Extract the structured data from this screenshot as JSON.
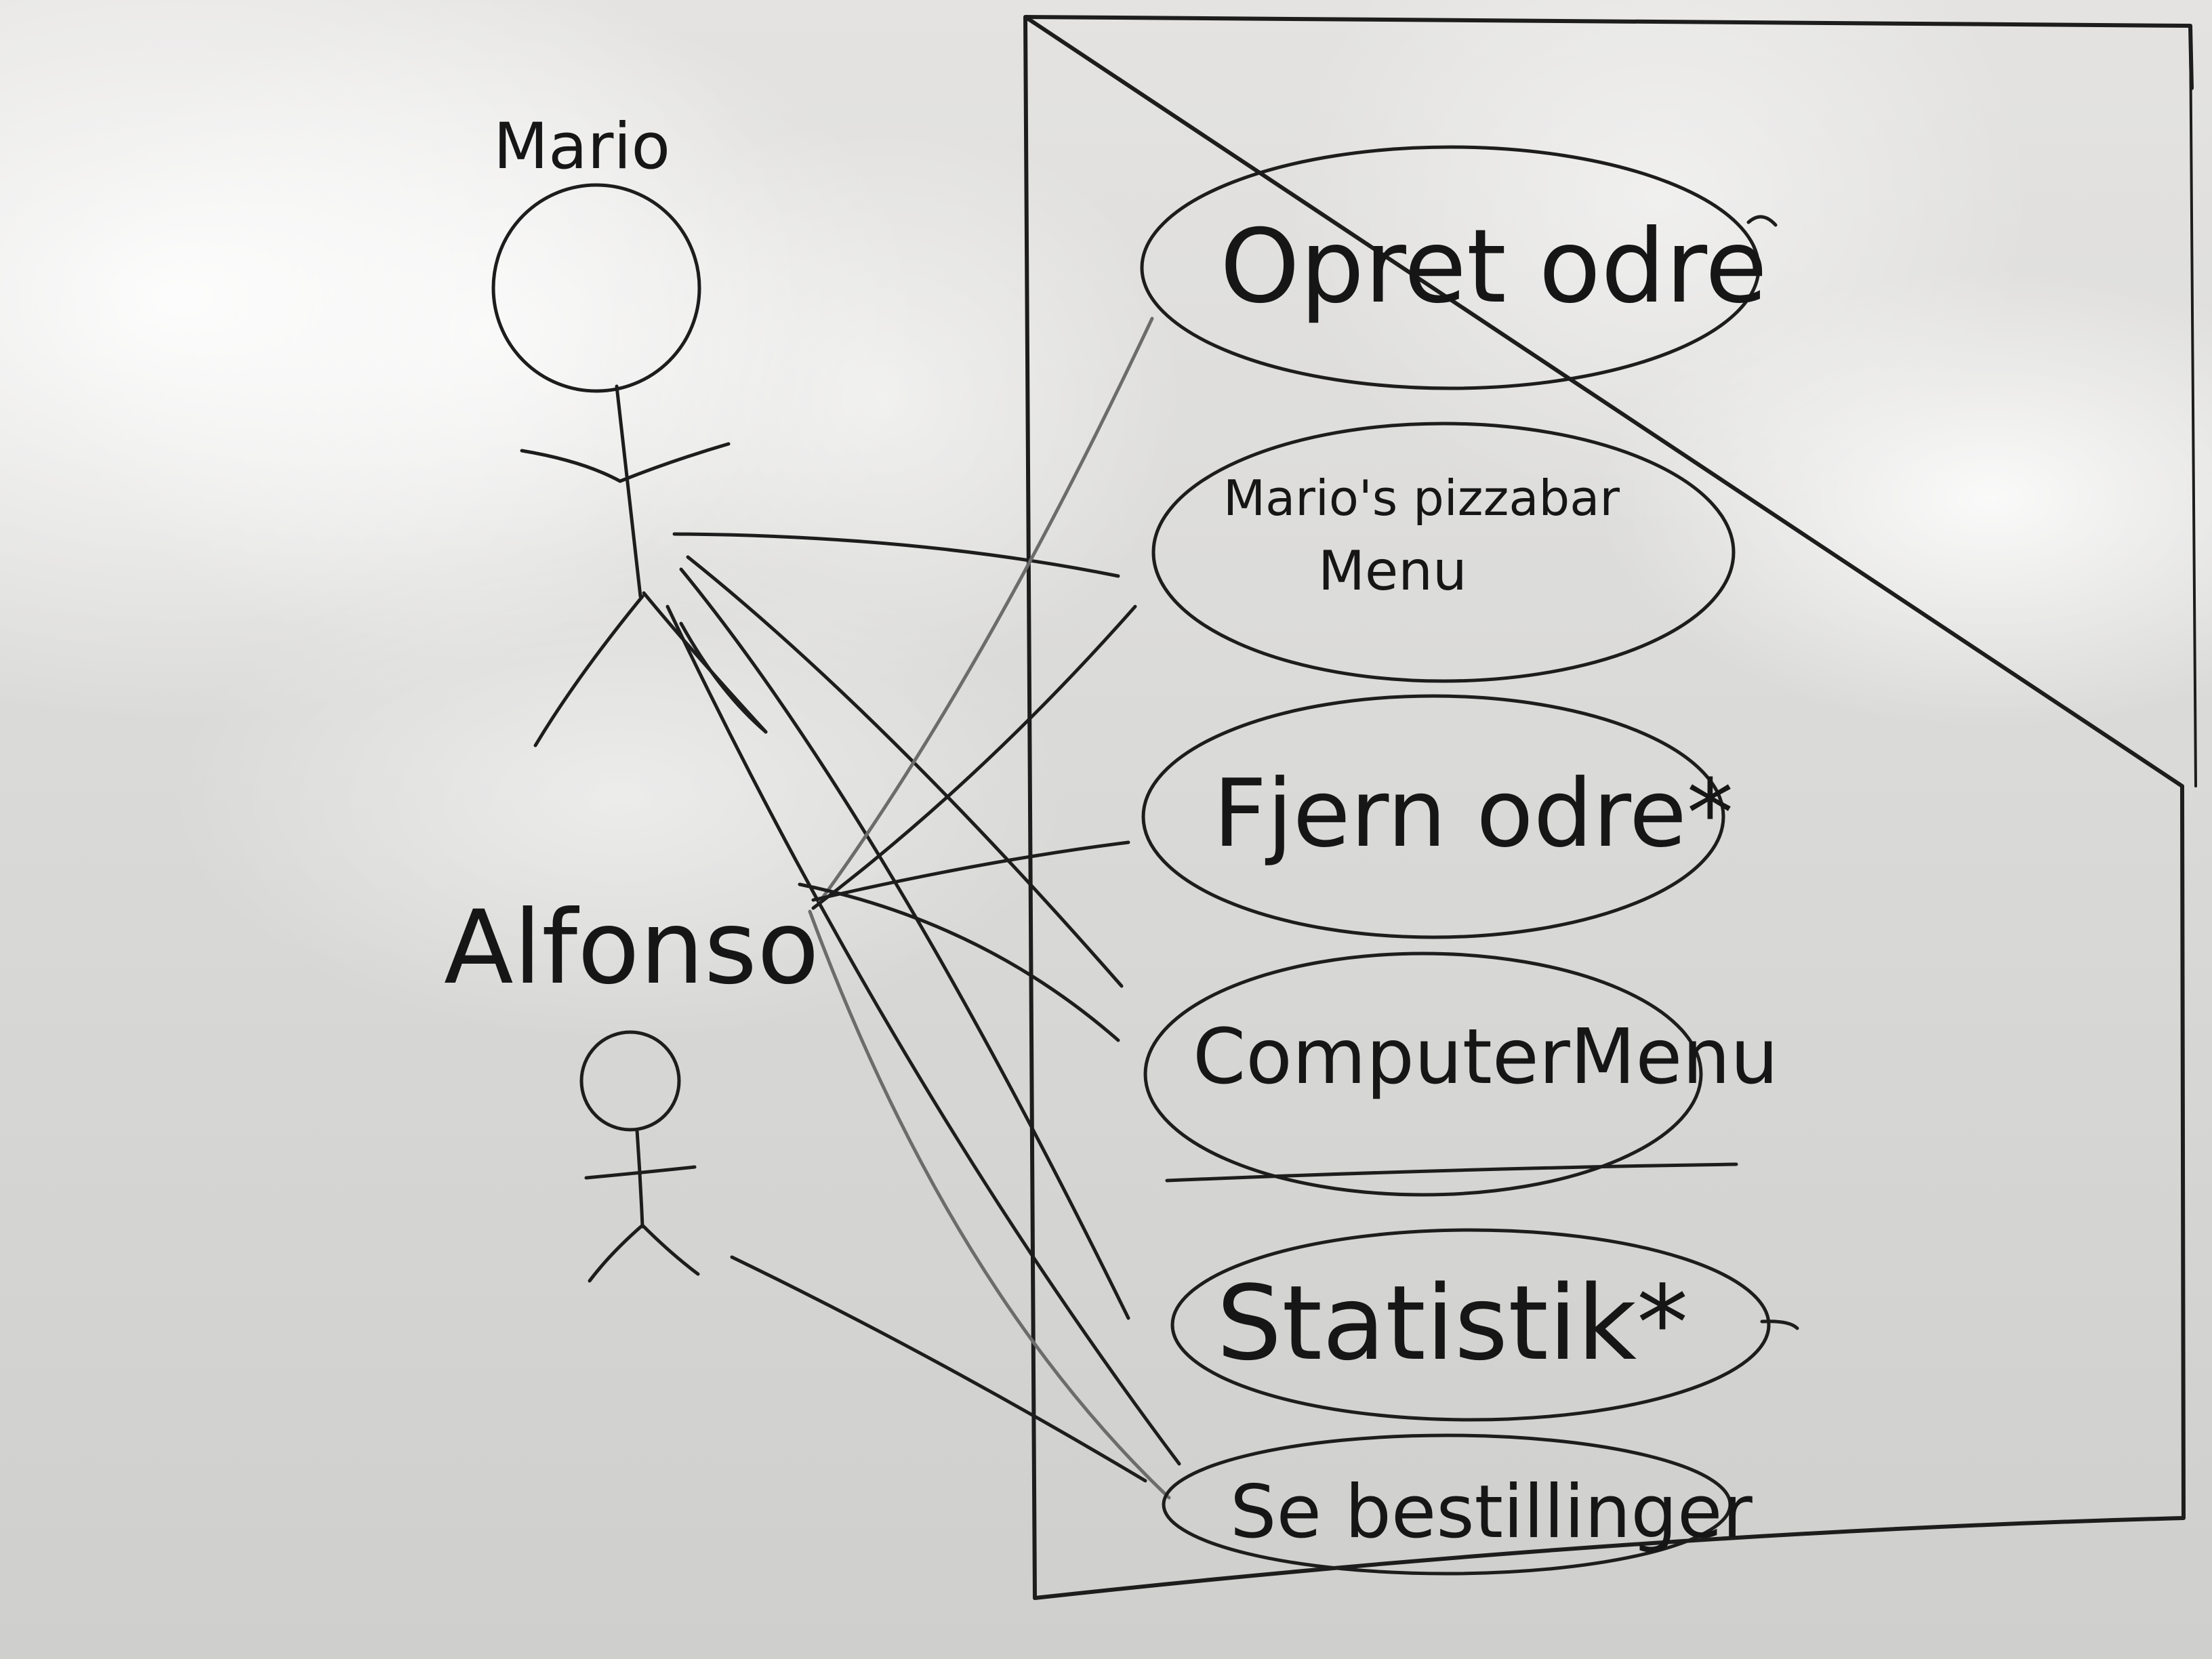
{
  "actors": [
    {
      "id": "mario",
      "name": "Mario"
    },
    {
      "id": "alfonso",
      "name": "Alfonso"
    }
  ],
  "use_cases": [
    {
      "id": "opret",
      "lines": [
        "Opret odre"
      ]
    },
    {
      "id": "menu",
      "lines": [
        "Mario's pizzabar",
        "Menu"
      ]
    },
    {
      "id": "fjern",
      "lines": [
        "Fjern odre*"
      ]
    },
    {
      "id": "computer",
      "lines": [
        "ComputerMenu"
      ]
    },
    {
      "id": "statistik",
      "lines": [
        "Statistik*"
      ]
    },
    {
      "id": "se",
      "lines": [
        "Se bestillinger"
      ]
    }
  ],
  "associations": [
    {
      "from": "mario",
      "to": "menu"
    },
    {
      "from": "mario",
      "to": "computer"
    },
    {
      "from": "mario",
      "to": "statistik"
    },
    {
      "from": "mario",
      "to": "se"
    },
    {
      "from": "alfonso",
      "to": "opret"
    },
    {
      "from": "alfonso",
      "to": "menu"
    },
    {
      "from": "alfonso",
      "to": "fjern"
    },
    {
      "from": "alfonso",
      "to": "computer"
    },
    {
      "from": "alfonso",
      "to": "se"
    }
  ]
}
